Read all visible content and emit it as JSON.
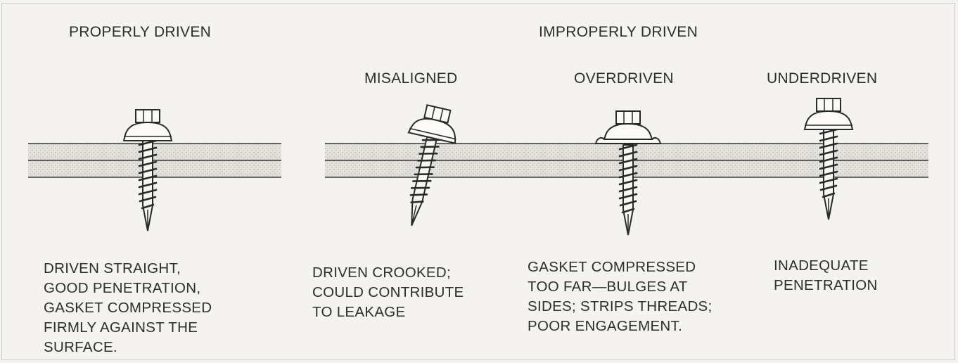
{
  "headings": {
    "proper": "PROPERLY DRIVEN",
    "improper": "IMPROPERLY DRIVEN"
  },
  "subheadings": {
    "misaligned": "MISALIGNED",
    "overdriven": "OVERDRIVEN",
    "underdriven": "UNDERDRIVEN"
  },
  "captions": {
    "proper": [
      "DRIVEN STRAIGHT,",
      "GOOD PENETRATION,",
      "GASKET COMPRESSED",
      "FIRMLY AGAINST THE",
      "SURFACE."
    ],
    "misaligned": [
      "DRIVEN CROOKED;",
      "COULD CONTRIBUTE",
      "TO LEAKAGE"
    ],
    "overdriven": [
      "GASKET COMPRESSED",
      "TOO FAR—BULGES AT",
      "SIDES; STRIPS THREADS;",
      "POOR ENGAGEMENT."
    ],
    "underdriven": [
      "INADEQUATE",
      "PENETRATION"
    ]
  },
  "icons": [
    "screw-properly-driven-icon",
    "screw-misaligned-icon",
    "screw-overdriven-icon",
    "screw-underdriven-icon"
  ]
}
